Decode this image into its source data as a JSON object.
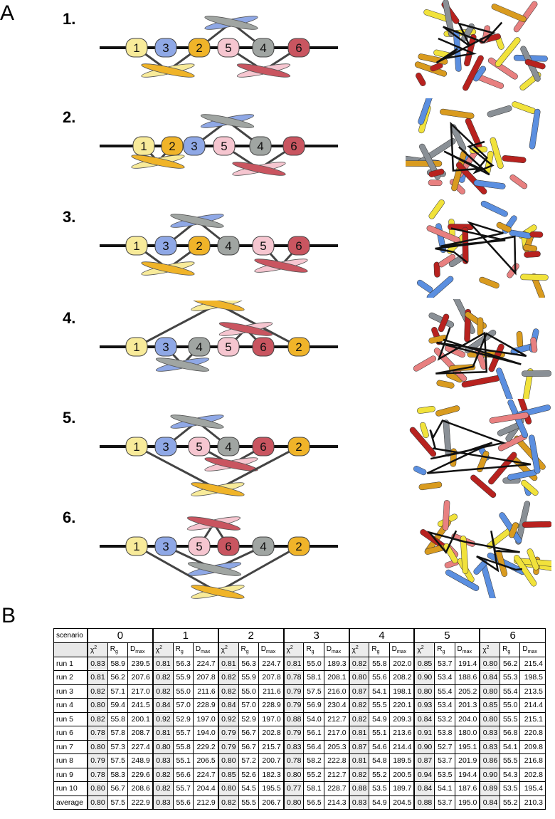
{
  "panels": {
    "a_label": "A",
    "b_label": "B"
  },
  "scenarios": [
    {
      "label": "1.",
      "order": [
        "1",
        "3",
        "2",
        "5",
        "4",
        "6"
      ]
    },
    {
      "label": "2.",
      "order": [
        "1",
        "2",
        "3",
        "5",
        "4",
        "6"
      ]
    },
    {
      "label": "3.",
      "order": [
        "1",
        "3",
        "2",
        "4",
        "5",
        "6"
      ]
    },
    {
      "label": "4.",
      "order": [
        "1",
        "3",
        "4",
        "5",
        "6",
        "2"
      ]
    },
    {
      "label": "5.",
      "order": [
        "1",
        "3",
        "5",
        "4",
        "6",
        "2"
      ]
    },
    {
      "label": "6.",
      "order": [
        "1",
        "3",
        "5",
        "6",
        "4",
        "2"
      ]
    }
  ],
  "domain_colors": {
    "1": "#f8eb9a",
    "2": "#f0b429",
    "3": "#8fa8e6",
    "4": "#a0a5a2",
    "5": "#f6c6d0",
    "6": "#c95560"
  },
  "table": {
    "corner": "scenario",
    "groups": [
      "0",
      "1",
      "2",
      "3",
      "4",
      "5",
      "6"
    ],
    "sub_headers": {
      "chi": "χ²",
      "rg": "Rg",
      "dmax": "Dmax"
    },
    "rows": [
      {
        "label": "run 1",
        "values": [
          [
            0.83,
            58.9,
            239.5
          ],
          [
            0.81,
            56.3,
            224.7
          ],
          [
            0.81,
            56.3,
            224.7
          ],
          [
            0.81,
            55.0,
            189.3
          ],
          [
            0.82,
            55.8,
            202.0
          ],
          [
            0.85,
            53.7,
            191.4
          ],
          [
            0.8,
            56.2,
            215.4
          ]
        ]
      },
      {
        "label": "run 2",
        "values": [
          [
            0.81,
            56.2,
            207.6
          ],
          [
            0.82,
            55.9,
            207.8
          ],
          [
            0.82,
            55.9,
            207.8
          ],
          [
            0.78,
            58.1,
            208.1
          ],
          [
            0.8,
            55.6,
            208.2
          ],
          [
            0.9,
            53.4,
            188.6
          ],
          [
            0.84,
            55.3,
            198.5
          ]
        ]
      },
      {
        "label": "run 3",
        "values": [
          [
            0.82,
            57.1,
            217.0
          ],
          [
            0.82,
            55.0,
            211.6
          ],
          [
            0.82,
            55.0,
            211.6
          ],
          [
            0.79,
            57.5,
            216.0
          ],
          [
            0.87,
            54.1,
            198.1
          ],
          [
            0.8,
            55.4,
            205.2
          ],
          [
            0.8,
            55.4,
            213.5
          ]
        ]
      },
      {
        "label": "run 4",
        "values": [
          [
            0.8,
            59.4,
            241.5
          ],
          [
            0.84,
            57.0,
            228.9
          ],
          [
            0.84,
            57.0,
            228.9
          ],
          [
            0.79,
            56.9,
            230.4
          ],
          [
            0.82,
            55.5,
            220.1
          ],
          [
            0.93,
            53.4,
            201.3
          ],
          [
            0.85,
            55.0,
            214.4
          ]
        ]
      },
      {
        "label": "run 5",
        "values": [
          [
            0.82,
            55.8,
            200.1
          ],
          [
            0.92,
            52.9,
            197.0
          ],
          [
            0.92,
            52.9,
            197.0
          ],
          [
            0.88,
            54.0,
            212.7
          ],
          [
            0.82,
            54.9,
            209.3
          ],
          [
            0.84,
            53.2,
            204.0
          ],
          [
            0.8,
            55.5,
            215.1
          ]
        ]
      },
      {
        "label": "run 6",
        "values": [
          [
            0.78,
            57.8,
            208.7
          ],
          [
            0.81,
            55.7,
            194.0
          ],
          [
            0.79,
            56.7,
            202.8
          ],
          [
            0.79,
            56.1,
            217.0
          ],
          [
            0.81,
            55.1,
            213.6
          ],
          [
            0.91,
            53.8,
            180.0
          ],
          [
            0.83,
            56.8,
            220.8
          ]
        ]
      },
      {
        "label": "run 7",
        "values": [
          [
            0.8,
            57.3,
            227.4
          ],
          [
            0.8,
            55.8,
            229.2
          ],
          [
            0.79,
            56.7,
            215.7
          ],
          [
            0.83,
            56.4,
            205.3
          ],
          [
            0.87,
            54.6,
            214.4
          ],
          [
            0.9,
            52.7,
            195.1
          ],
          [
            0.83,
            54.1,
            209.8
          ]
        ]
      },
      {
        "label": "run 8",
        "values": [
          [
            0.79,
            57.5,
            248.9
          ],
          [
            0.83,
            55.1,
            206.5
          ],
          [
            0.8,
            57.2,
            200.7
          ],
          [
            0.78,
            58.2,
            222.8
          ],
          [
            0.81,
            54.8,
            189.5
          ],
          [
            0.87,
            53.7,
            201.9
          ],
          [
            0.86,
            55.5,
            216.8
          ]
        ]
      },
      {
        "label": "run 9",
        "values": [
          [
            0.78,
            58.3,
            229.6
          ],
          [
            0.82,
            56.6,
            224.7
          ],
          [
            0.85,
            52.6,
            182.3
          ],
          [
            0.8,
            55.2,
            212.7
          ],
          [
            0.82,
            55.2,
            200.5
          ],
          [
            0.94,
            53.5,
            194.4
          ],
          [
            0.9,
            54.3,
            202.8
          ]
        ]
      },
      {
        "label": "run 10",
        "values": [
          [
            0.8,
            56.7,
            208.6
          ],
          [
            0.82,
            55.7,
            204.4
          ],
          [
            0.8,
            54.5,
            195.5
          ],
          [
            0.77,
            58.1,
            228.7
          ],
          [
            0.88,
            53.5,
            189.7
          ],
          [
            0.84,
            54.1,
            187.6
          ],
          [
            0.89,
            53.5,
            195.4
          ]
        ]
      },
      {
        "label": "average",
        "values": [
          [
            0.8,
            57.5,
            222.9
          ],
          [
            0.83,
            55.6,
            212.9
          ],
          [
            0.82,
            55.5,
            206.7
          ],
          [
            0.8,
            56.5,
            214.3
          ],
          [
            0.83,
            54.9,
            204.5
          ],
          [
            0.88,
            53.7,
            195.0
          ],
          [
            0.84,
            55.2,
            210.3
          ]
        ]
      }
    ]
  }
}
